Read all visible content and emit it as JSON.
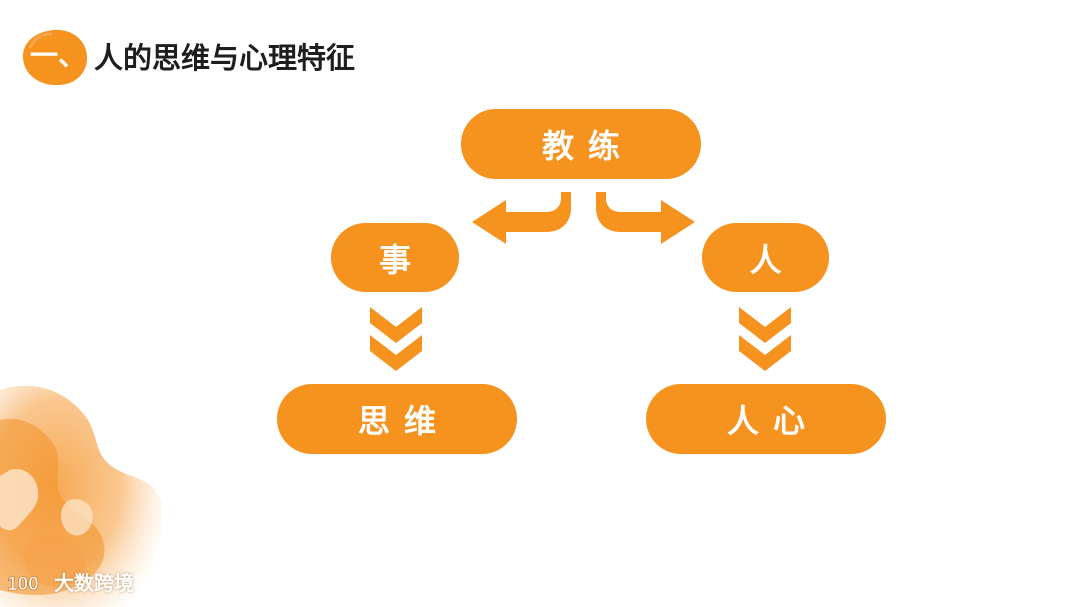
{
  "header": {
    "number": "一、",
    "title": "人的思维与心理特征"
  },
  "diagram": {
    "top_node": "教练",
    "left_node": "事",
    "right_node": "人",
    "left_result": "思维",
    "right_result": "人心"
  },
  "watermark": {
    "logo": "100",
    "text": "大数跨境"
  },
  "colors": {
    "accent": "#f6921e",
    "title": "#1e1e1e",
    "background": "#ffffff"
  }
}
